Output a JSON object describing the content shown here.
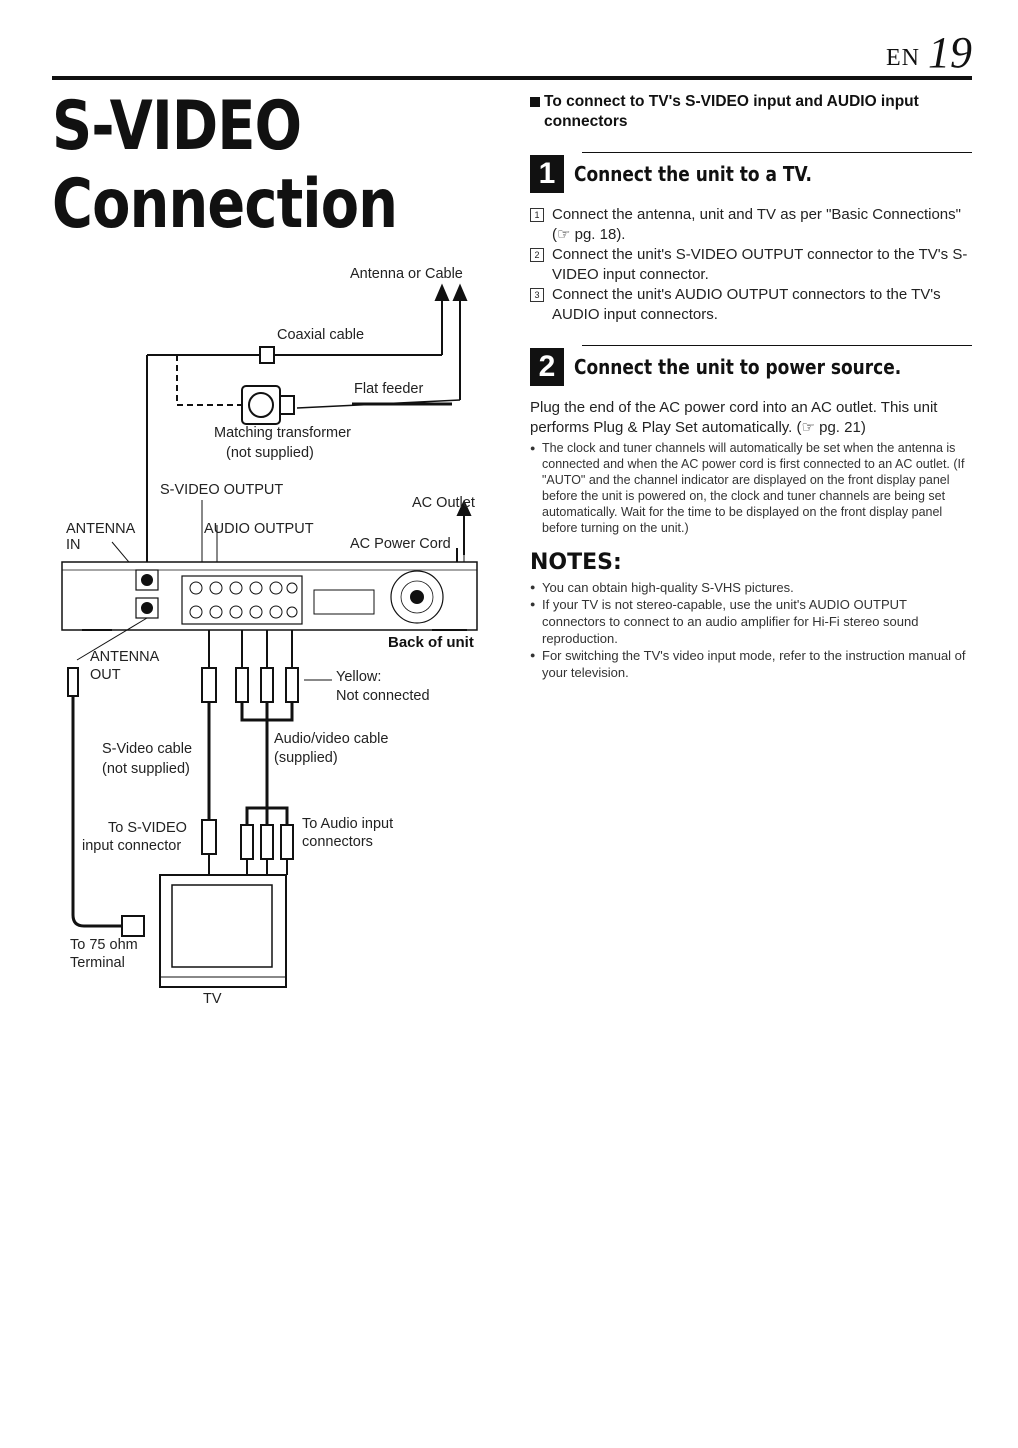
{
  "header": {
    "lang": "EN",
    "page_number": "19"
  },
  "title": {
    "line1": "S-VIDEO",
    "line2": "Connection"
  },
  "diagram": {
    "antenna_or_cable": "Antenna or Cable",
    "coaxial_cable": "Coaxial cable",
    "flat_feeder": "Flat feeder",
    "matching_transformer": "Matching transformer",
    "not_supplied_1": "(not supplied)",
    "svideo_output": "S-VIDEO OUTPUT",
    "ac_outlet": "AC Outlet",
    "antenna_in_1": "ANTENNA",
    "antenna_in_2": "IN",
    "audio_output": "AUDIO OUTPUT",
    "ac_power_cord": "AC Power Cord",
    "back_of_unit": "Back of unit",
    "antenna_out_1": "ANTENNA",
    "antenna_out_2": "OUT",
    "yellow": "Yellow:",
    "not_connected": "Not connected",
    "svideo_cable": "S-Video cable",
    "not_supplied_2": "(not supplied)",
    "av_cable": "Audio/video cable",
    "supplied": "(supplied)",
    "to_svideo_1": "To S-VIDEO",
    "to_svideo_2": "input connector",
    "to_audio_1": "To Audio input",
    "to_audio_2": "connectors",
    "to_75_1": "To 75 ohm",
    "to_75_2": "Terminal",
    "tv": "TV"
  },
  "right": {
    "subhead": "To connect to TV's S-VIDEO input and AUDIO input connectors",
    "step1": {
      "number": "1",
      "title": "Connect the unit to a TV.",
      "items": [
        {
          "num": "1",
          "text": "Connect the antenna, unit and TV as per \"Basic Connections\" (☞ pg. 18)."
        },
        {
          "num": "2",
          "text": "Connect the unit's S-VIDEO OUTPUT connector to the TV's S-VIDEO input connector."
        },
        {
          "num": "3",
          "text": "Connect the unit's AUDIO OUTPUT connectors to the TV's AUDIO input connectors."
        }
      ]
    },
    "step2": {
      "number": "2",
      "title": "Connect the unit to power source.",
      "text": "Plug the end of the AC power cord into an AC outlet. This unit performs Plug & Play Set automatically. (☞ pg. 21)",
      "bullet": "The clock and tuner channels will automatically be set when the antenna is connected and when the AC power cord is first connected to an AC outlet. (If \"AUTO\" and the channel indicator are displayed on the front display panel before the unit is powered on, the clock and tuner channels are being set automatically. Wait for the time to be displayed on the front display panel before turning on the unit.)"
    },
    "notes": {
      "title": "NOTES:",
      "items": [
        "You can obtain high-quality S-VHS pictures.",
        "If your TV is not stereo-capable, use the unit's AUDIO OUTPUT connectors to connect to an audio amplifier for Hi-Fi stereo sound reproduction.",
        "For switching the TV's video input mode, refer to the instruction manual of your television."
      ]
    }
  }
}
